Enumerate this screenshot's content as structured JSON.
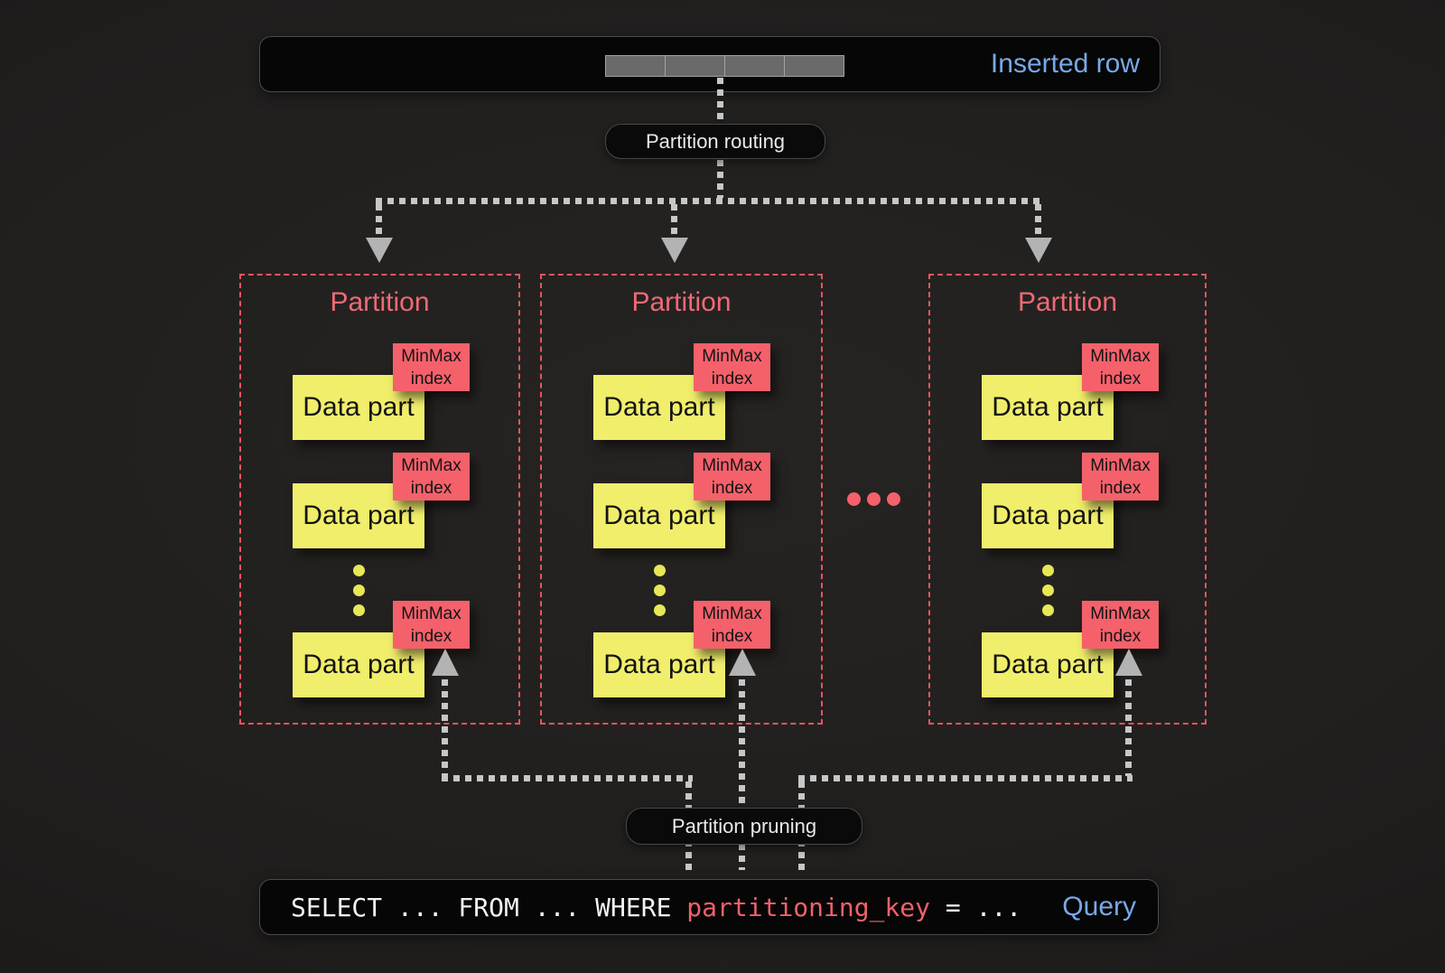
{
  "top_bar": {
    "label": "Inserted row",
    "cell_count": 4
  },
  "labels": {
    "routing": "Partition routing",
    "pruning": "Partition pruning"
  },
  "partitions": [
    {
      "title": "Partition",
      "parts": [
        {
          "label": "Data part",
          "index_label": "MinMax index"
        },
        {
          "label": "Data part",
          "index_label": "MinMax index"
        },
        {
          "label": "Data part",
          "index_label": "MinMax index"
        }
      ]
    },
    {
      "title": "Partition",
      "parts": [
        {
          "label": "Data part",
          "index_label": "MinMax index"
        },
        {
          "label": "Data part",
          "index_label": "MinMax index"
        },
        {
          "label": "Data part",
          "index_label": "MinMax index"
        }
      ]
    },
    {
      "title": "Partition",
      "parts": [
        {
          "label": "Data part",
          "index_label": "MinMax index"
        },
        {
          "label": "Data part",
          "index_label": "MinMax index"
        },
        {
          "label": "Data part",
          "index_label": "MinMax index"
        }
      ]
    }
  ],
  "query_bar": {
    "prefix": "SELECT ... FROM ... WHERE ",
    "key": "partitioning_key",
    "suffix": " = ...",
    "label": "Query"
  },
  "colors": {
    "background": "#201f1e",
    "panel_black": "#060606",
    "panel_border": "#4a4a4a",
    "accent_blue": "#78a9e8",
    "accent_red": "#ee6a74",
    "tag_red": "#f4616b",
    "note_yellow": "#f1ee6b",
    "line_gray": "#c7c7c7",
    "row_cell_gray": "#6a6a6a"
  }
}
